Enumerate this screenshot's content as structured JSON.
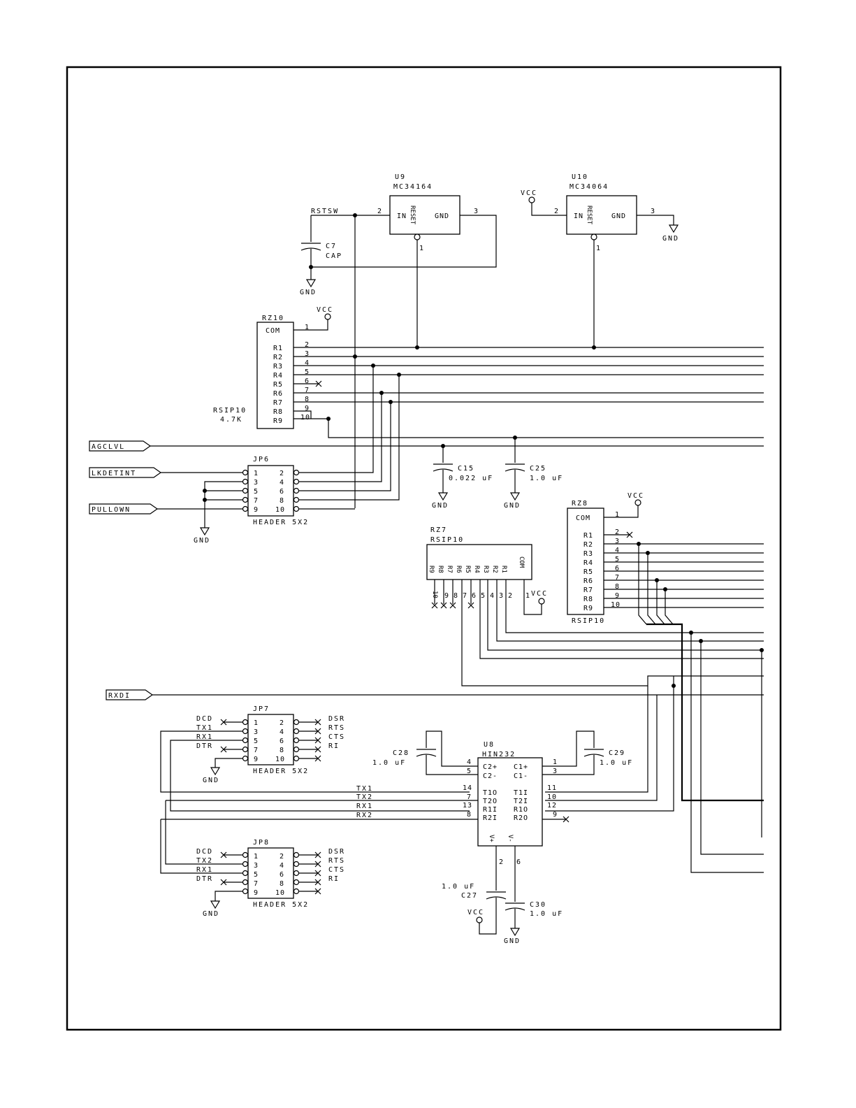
{
  "sheet": {
    "frame_color": "#000000",
    "background": "#ffffff"
  },
  "u9": {
    "ref": "U9",
    "part": "MC34164",
    "pin_in": "IN",
    "pin_reset": "RESET",
    "pin_gnd": "GND",
    "n_in": "2",
    "n_gnd": "3",
    "n_reset": "1",
    "net_in": "RSTSW"
  },
  "u10": {
    "ref": "U10",
    "part": "MC34064",
    "pin_in": "IN",
    "pin_reset": "RESET",
    "pin_gnd": "GND",
    "n_in": "2",
    "n_gnd": "3",
    "n_reset": "1"
  },
  "c7": {
    "ref": "C7",
    "value": "CAP"
  },
  "power": {
    "vcc": "VCC",
    "gnd": "GND"
  },
  "rz10": {
    "ref": "RZ10",
    "part": "RSIP10",
    "value": "4.7K",
    "com": "COM",
    "rows": [
      "R1",
      "R2",
      "R3",
      "R4",
      "R5",
      "R6",
      "R7",
      "R8",
      "R9"
    ],
    "pins": [
      "1",
      "2",
      "3",
      "4",
      "5",
      "6",
      "7",
      "8",
      "9",
      "10"
    ]
  },
  "ports": {
    "agclvl": "AGCLVL",
    "lkdetint": "LKDETINT",
    "pullown": "PULLOWN",
    "rxdi": "RXDI"
  },
  "jp6": {
    "ref": "JP6",
    "part": "HEADER 5X2",
    "left": [
      "1",
      "3",
      "5",
      "7",
      "9"
    ],
    "right": [
      "2",
      "4",
      "6",
      "8",
      "10"
    ]
  },
  "c15": {
    "ref": "C15",
    "value": "0.022 uF"
  },
  "c25": {
    "ref": "C25",
    "value": "1.0 uF"
  },
  "rz8": {
    "ref": "RZ8",
    "part": "RSIP10",
    "com": "COM",
    "rows": [
      "R1",
      "R2",
      "R3",
      "R4",
      "R5",
      "R6",
      "R7",
      "R8",
      "R9"
    ],
    "pins": [
      "1",
      "2",
      "3",
      "4",
      "5",
      "6",
      "7",
      "8",
      "9",
      "10"
    ]
  },
  "rz7": {
    "ref": "RZ7",
    "part": "RSIP10",
    "rows": [
      "R9",
      "R8",
      "R7",
      "R6",
      "R5",
      "R4",
      "R3",
      "R2",
      "R1"
    ],
    "com": "COM",
    "pins": [
      "10",
      "9",
      "8",
      "7",
      "6",
      "5",
      "4",
      "3",
      "2",
      "1"
    ]
  },
  "jp7": {
    "ref": "JP7",
    "part": "HEADER 5X2",
    "left_nets": [
      "DCD",
      "TX1",
      "RX1",
      "DTR"
    ],
    "right_nets": [
      "DSR",
      "RTS",
      "CTS",
      "RI"
    ],
    "left": [
      "1",
      "3",
      "5",
      "7",
      "9"
    ],
    "right": [
      "2",
      "4",
      "6",
      "8",
      "10"
    ]
  },
  "jp8": {
    "ref": "JP8",
    "part": "HEADER 5X2",
    "left_nets": [
      "DCD",
      "TX2",
      "RX1",
      "DTR"
    ],
    "right_nets": [
      "DSR",
      "RTS",
      "CTS",
      "RI"
    ],
    "left": [
      "1",
      "3",
      "5",
      "7",
      "9"
    ],
    "right": [
      "2",
      "4",
      "6",
      "8",
      "10"
    ]
  },
  "u8": {
    "ref": "U8",
    "part": "HIN232",
    "left_pins": [
      "C2+",
      "C2-",
      "T1O",
      "T2O",
      "R1I",
      "R2I"
    ],
    "right_pins": [
      "C1+",
      "C1-",
      "T1I",
      "T2I",
      "R1O",
      "R2O"
    ],
    "left_nums": [
      "4",
      "5",
      "14",
      "7",
      "13",
      "8"
    ],
    "right_nums": [
      "1",
      "3",
      "11",
      "10",
      "12",
      "9"
    ],
    "vplus": "V+",
    "vminus": "V-",
    "n_vplus": "2",
    "n_vminus": "6"
  },
  "nets_u8": [
    "TX1",
    "TX2",
    "RX1",
    "RX2"
  ],
  "c28": {
    "ref": "C28",
    "value": "1.0 uF"
  },
  "c29": {
    "ref": "C29",
    "value": "1.0 uF"
  },
  "c27": {
    "ref": "C27",
    "value": "1.0 uF"
  },
  "c30": {
    "ref": "C30",
    "value": "1.0 uF"
  }
}
